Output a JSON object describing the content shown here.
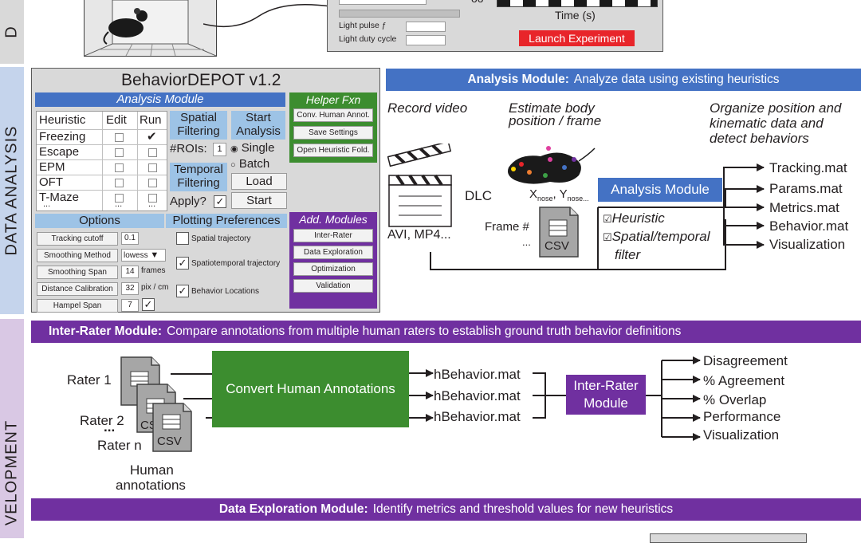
{
  "side_labels": {
    "top": "D",
    "analysis": "DATA ANALYSIS",
    "development": "VELOPMENT"
  },
  "top_panel": {
    "light_pulse_label": "Light pulse ƒ",
    "light_duty_label": "Light duty cycle",
    "time_label": "Time (s)",
    "launch_button": "Launch Experiment"
  },
  "gui": {
    "title": "BehaviorDEPOT v1.2",
    "analysis_module_header": "Analysis Module",
    "table_headers": [
      "Heuristic",
      "Edit",
      "Run"
    ],
    "heuristics": [
      "Freezing",
      "Escape",
      "EPM",
      "OFT",
      "T-Maze"
    ],
    "ellipsis": "...",
    "spatial_filtering": "Spatial Filtering",
    "rois_label": "#ROIs:",
    "rois_value": "1",
    "temporal_filtering": "Temporal Filtering",
    "apply_label": "Apply?",
    "start_analysis": "Start Analysis",
    "single": "Single",
    "batch": "Batch",
    "load": "Load",
    "start": "Start",
    "helper_header": "Helper Fxn",
    "helper_buttons": [
      "Conv. Human Annot.",
      "Save Settings",
      "Open Heuristic Fold."
    ],
    "options_header": "Options",
    "options": [
      {
        "label": "Tracking cutoff",
        "value": "0.1",
        "unit": ""
      },
      {
        "label": "Smoothing Method",
        "value": "lowess",
        "unit": "▼"
      },
      {
        "label": "Smoothing Span",
        "value": "14",
        "unit": "frames"
      },
      {
        "label": "Distance Calibration",
        "value": "32",
        "unit": "pix / cm"
      },
      {
        "label": "Hampel Span",
        "value": "7",
        "unit": ""
      }
    ],
    "plotting_header": "Plotting Preferences",
    "plotting": [
      "Spatial trajectory",
      "Spatiotemporal trajectory",
      "Behavior Locations"
    ],
    "add_modules_header": "Add. Modules",
    "add_modules": [
      "Inter-Rater",
      "Data Exploration",
      "Optimization",
      "Validation"
    ]
  },
  "analysis_flow": {
    "header_bold": "Analysis Module:",
    "header_rest": "Analyze data using existing heuristics",
    "record_video": "Record video",
    "estimate_line1": "Estimate body",
    "estimate_line2": "position / frame",
    "organize_line1": "Organize position and",
    "organize_line2": "kinematic data and",
    "organize_line3": "detect behaviors",
    "video_formats": "AVI, MP4...",
    "dlc": "DLC",
    "x_label": "X",
    "y_label": "Y",
    "nose_sub": "nose",
    "nose_sub_trunc": "nose...",
    "frame_label": "Frame #",
    "frame_dots": "...",
    "csv": "CSV",
    "module_box": "Analysis Module",
    "heuristic": "Heuristic",
    "spatial_temporal_line1": "Spatial/temporal",
    "spatial_temporal_line2": "filter",
    "outputs": [
      "Tracking.mat",
      "Params.mat",
      "Metrics.mat",
      "Behavior.mat",
      "Visualization"
    ]
  },
  "inter_rater": {
    "header_bold": "Inter-Rater Module:",
    "header_rest": "Compare annotations from multiple human raters to establish ground truth behavior definitions",
    "raters": [
      "Rater 1",
      "Rater 2",
      "Rater n"
    ],
    "rater_dots": "...",
    "csv_label": "CSV",
    "human_line1": "Human",
    "human_line2": "annotations",
    "convert_box": "Convert Human Annotations",
    "hbehavior": "hBehavior.mat",
    "module_line1": "Inter-Rater",
    "module_line2": "Module",
    "outputs": [
      "Disagreement",
      "% Agreement",
      "% Overlap",
      "Performance",
      "Visualization"
    ]
  },
  "data_exploration": {
    "header_bold": "Data Exploration Module:",
    "header_rest": "Identify metrics and threshold values for new heuristics"
  },
  "colors": {
    "purple": "#7030a0",
    "blue_header": "#4472c4",
    "green": "#3c8d2f",
    "light_blue": "#9dc3e6",
    "launch_red": "#e8252a",
    "side_gray": "#d9d9d9",
    "side_blue": "#c5d4ec",
    "side_purple": "#d9c8e4"
  }
}
